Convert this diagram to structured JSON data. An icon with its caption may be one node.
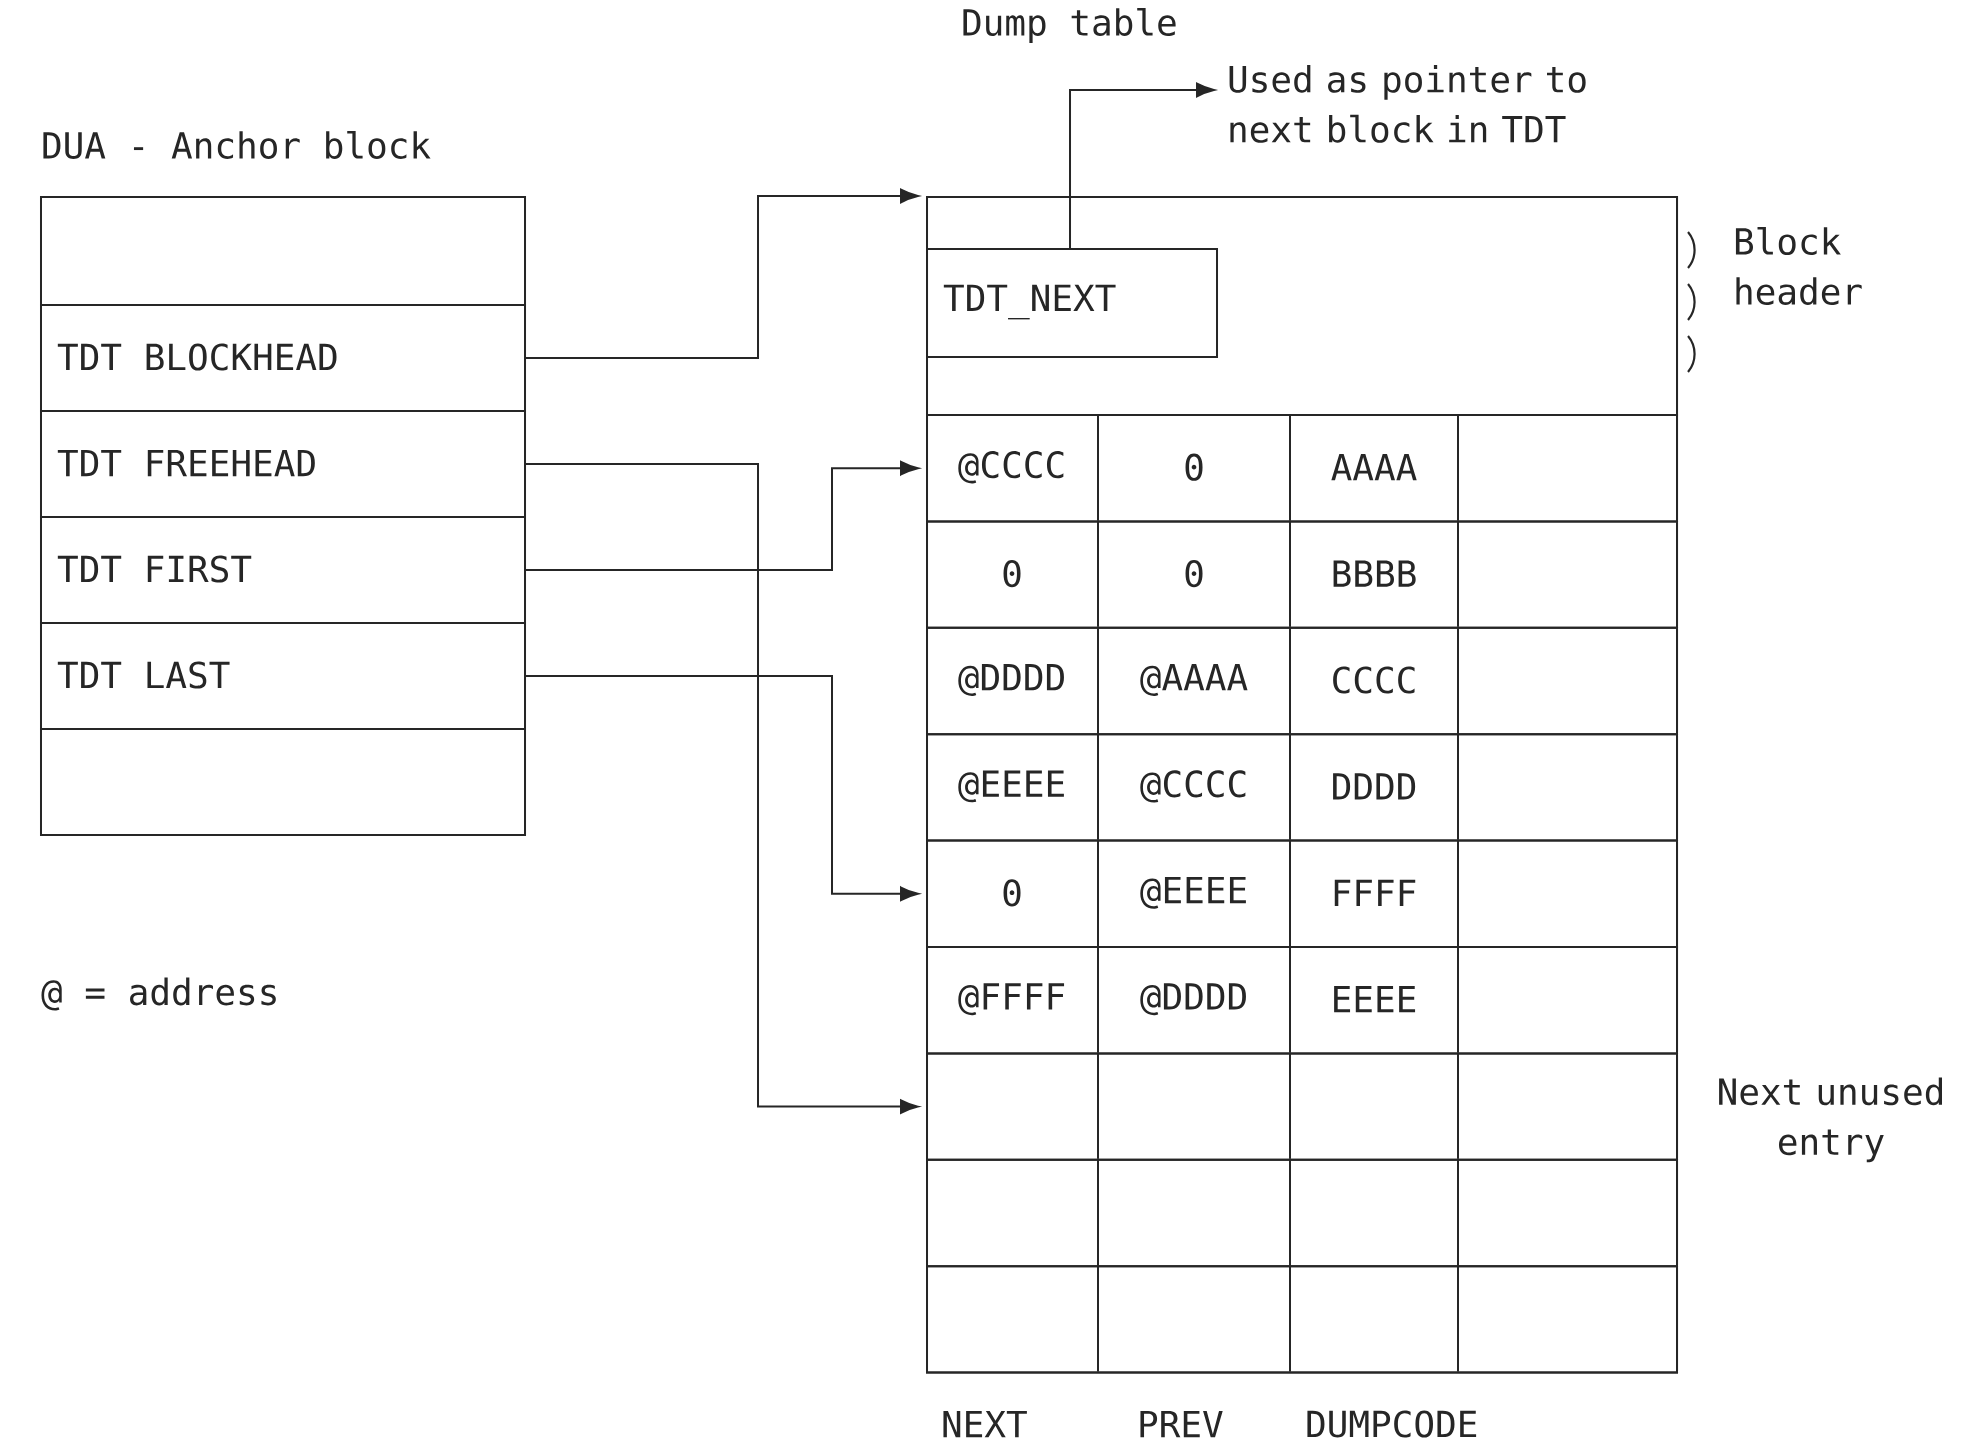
{
  "diagram": {
    "nodes": [
      {
        "text": [
          "DUA - Anchor block"
        ]
      },
      {
        "text": [],
        "shape": "box",
        "in": 0
      },
      {
        "text": [
          "TDT BLOCKHEAD"
        ],
        "in": 0
      },
      {
        "text": [
          "TDT FREEHEAD"
        ],
        "in": 0
      },
      {
        "text": [
          "TDT FIRST"
        ],
        "in": 0
      },
      {
        "text": [
          "TDT LAST"
        ],
        "in": 0
      },
      {
        "text": [],
        "shape": "box",
        "in": 0
      },
      {
        "text": [
          "Dump table"
        ]
      },
      {
        "text": [],
        "shape": "box",
        "in": 7,
        "beside": [
          "Block header"
        ]
      },
      {
        "text": [
          "TDT_NEXT"
        ],
        "in": 8
      },
      {
        "text": [
          "Used as pointer to next block in TDT"
        ]
      },
      {
        "text": [
          "@CCCC",
          "0",
          "AAAA"
        ],
        "in": 7
      },
      {
        "text": [
          "0",
          "0",
          "BBBB"
        ],
        "in": 7
      },
      {
        "text": [
          "@DDDD",
          "@AAAA",
          "CCCC"
        ],
        "in": 7
      },
      {
        "text": [
          "@EEEE",
          "@CCCC",
          "DDDD"
        ],
        "in": 7
      },
      {
        "text": [
          "0",
          "@EEEE",
          "FFFF"
        ],
        "in": 7
      },
      {
        "text": [
          "@FFFF",
          "@DDDD",
          "EEEE"
        ],
        "in": 7
      },
      {
        "text": [],
        "shape": "box",
        "in": 7,
        "beside": [
          "Next unused entry"
        ]
      },
      {
        "text": [],
        "shape": "box",
        "in": 7
      },
      {
        "text": [],
        "shape": "box",
        "in": 7
      }
    ],
    "edges": [
      {
        "from": 2,
        "to": 8,
        "arrow": "to"
      },
      {
        "from": 3,
        "to": 17,
        "arrow": "to"
      },
      {
        "from": 4,
        "to": 11,
        "arrow": "to"
      },
      {
        "from": 5,
        "to": 15,
        "arrow": "to"
      },
      {
        "from": 9,
        "to": 10,
        "arrow": "to"
      }
    ],
    "labels": [
      "@ = address",
      "NEXT",
      "PREV",
      "DUMPCODE"
    ]
  }
}
